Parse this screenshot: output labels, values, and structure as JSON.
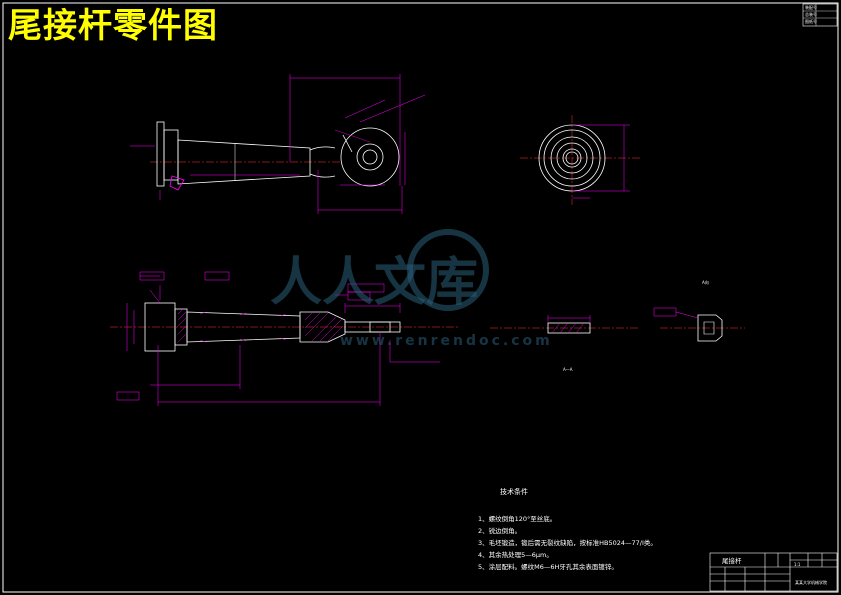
{
  "drawing": {
    "title": "尾接杆零件图"
  },
  "top_right_block": {
    "cells": [
      "装配号",
      "总装号",
      "图纸号"
    ]
  },
  "section_labels": {
    "section_a": "A—A",
    "view_a": "A向"
  },
  "technical_requirements": {
    "heading": "技术条件",
    "items": [
      "1、螺纹倒角120°至丝底。",
      "2、锐边倒角。",
      "3、毛坯锻造，锻后需无裂纹缺陷，按标准HB5024—77/Ⅰ类。",
      "4、其余热处理5—6μm。",
      "5、涂层配料。螺纹M6—6H牙孔其余表面镀锌。"
    ]
  },
  "title_block": {
    "part_name": "尾接杆",
    "scale": "1:1",
    "school": "某某大学机械学院"
  },
  "watermark": {
    "text": "人人文库",
    "subtext": "www.renrendoc.com"
  },
  "colors": {
    "background": "#000000",
    "outline": "#ffffff",
    "dimension": "#ff00ff",
    "centerline": "#ff3030",
    "title": "#ffff00",
    "watermark": "#2a5f7a"
  }
}
